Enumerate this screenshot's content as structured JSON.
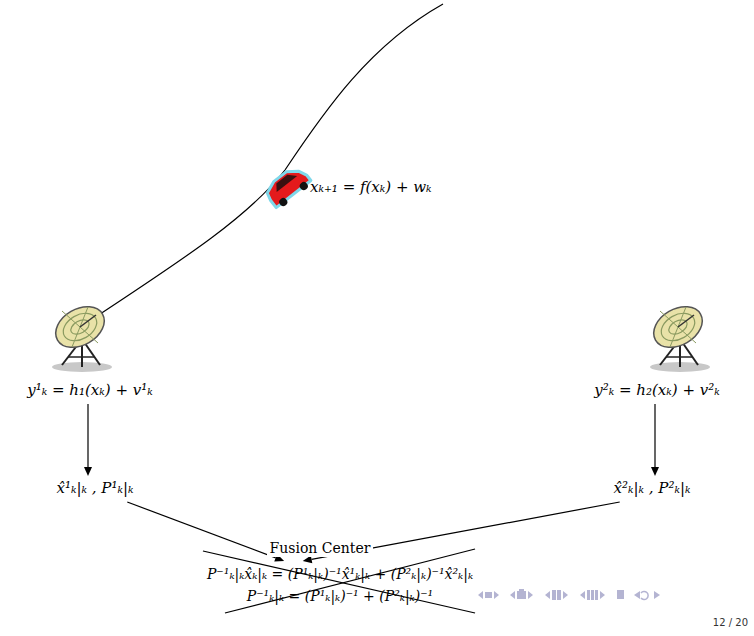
{
  "diagram": {
    "nodes": [
      {
        "text": [
          "xₖ₊₁ = f(xₖ) + wₖ"
        ]
      },
      {
        "text": [
          "y¹ₖ = h₁(xₖ) + v¹ₖ"
        ]
      },
      {
        "text": [
          "y²ₖ = h₂(xₖ) + v²ₖ"
        ]
      },
      {
        "text": [
          "x̂¹ₖ|ₖ , P¹ₖ|ₖ"
        ]
      },
      {
        "text": [
          "x̂²ₖ|ₖ , P²ₖ|ₖ"
        ]
      },
      {
        "text": [
          "Fusion Center",
          "P⁻¹ₖ|ₖx̂ₖ|ₖ = (P¹ₖ|ₖ)⁻¹x̂¹ₖ|ₖ + (P²ₖ|ₖ)⁻¹x̂²ₖ|ₖ",
          "P⁻¹ₖ|ₖ = (P¹ₖ|ₖ)⁻¹ + (P²ₖ|ₖ)⁻¹"
        ]
      }
    ],
    "edges": [
      {
        "from": 1,
        "to": 3,
        "arrow": "to"
      },
      {
        "from": 2,
        "to": 4,
        "arrow": "to"
      },
      {
        "from": 3,
        "to": 5,
        "arrow": "to"
      },
      {
        "from": 4,
        "to": 5,
        "arrow": "to"
      }
    ],
    "labels": [
      "12 / 20"
    ]
  }
}
